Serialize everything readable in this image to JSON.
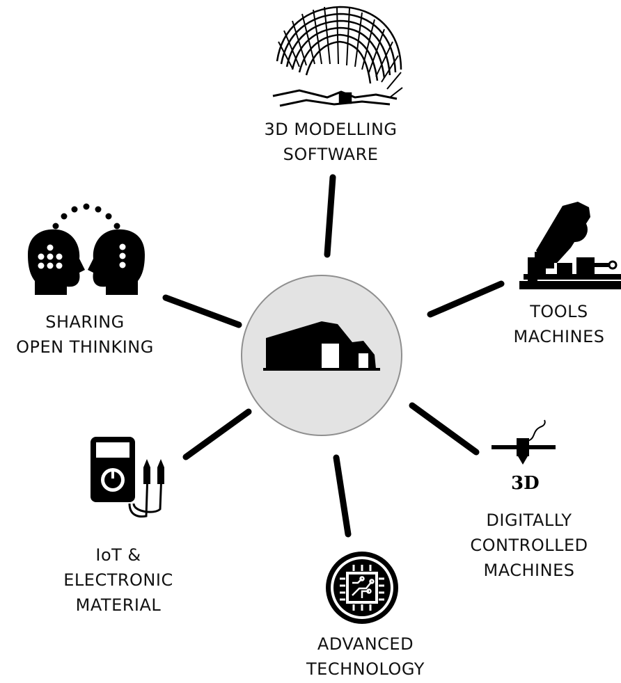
{
  "center": {
    "icon": "barn-building-icon",
    "fill": "#e3e3e3",
    "stroke": "#8f8f8f"
  },
  "connector_color": "#000000",
  "nodes": [
    {
      "id": "3d-modelling",
      "icon": "spiral-sculpture-icon",
      "lines": [
        "3D MODELLING",
        "SOFTWARE"
      ]
    },
    {
      "id": "tools-machines",
      "icon": "table-saw-icon",
      "lines": [
        "TOOLS",
        "MACHINES"
      ]
    },
    {
      "id": "digitally-controlled",
      "icon": "3d-printer-icon",
      "lines": [
        "DIGITALLY",
        "CONTROLLED",
        "MACHINES"
      ]
    },
    {
      "id": "advanced-technology",
      "icon": "circuit-chip-icon",
      "lines": [
        "ADVANCED",
        "TECHNOLOGY"
      ]
    },
    {
      "id": "iot-electronic",
      "icon": "multimeter-icon",
      "lines": [
        "IoT &",
        "ELECTRONIC",
        "MATERIAL"
      ]
    },
    {
      "id": "sharing",
      "icon": "two-heads-sharing-icon",
      "lines": [
        "SHARING",
        "OPEN THINKING"
      ]
    }
  ]
}
